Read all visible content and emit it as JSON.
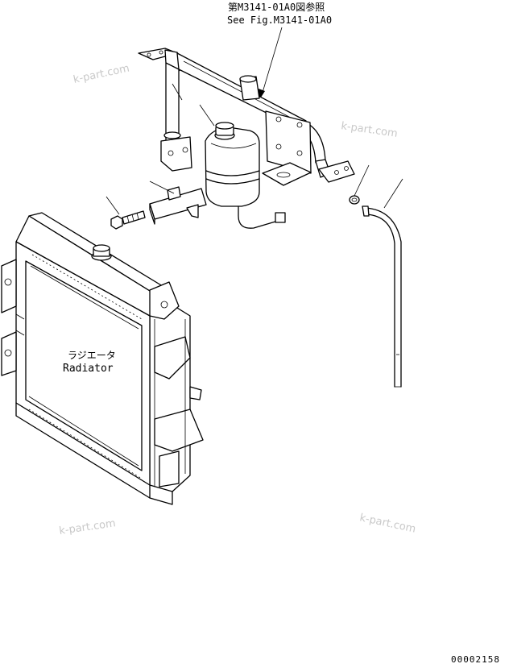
{
  "reference": {
    "jp": "第M3141-01A0図参照",
    "en": "See Fig.M3141-01A0"
  },
  "labels": {
    "radiator_jp": "ラジエータ",
    "radiator_en": "Radiator"
  },
  "watermarks": [
    "k-part.com",
    "k-part.com",
    "k-part.com",
    "k-part.com"
  ],
  "drawing_number": "00002158"
}
